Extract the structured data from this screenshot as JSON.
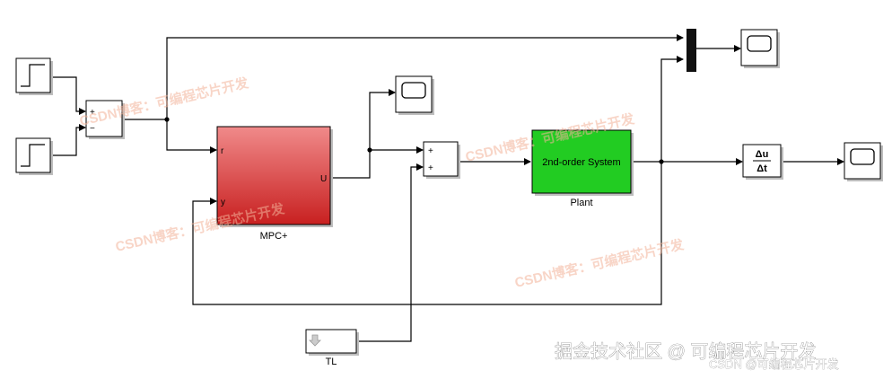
{
  "blocks": {
    "sum1": {
      "plus": "+",
      "minus": "−"
    },
    "sum2": {
      "plus1": "+",
      "plus2": "+"
    },
    "mpc": {
      "port_r": "r",
      "port_y": "y",
      "port_u": "U",
      "label": "MPC+"
    },
    "plant": {
      "text": "2nd-order System",
      "label": "Plant"
    },
    "derivative": {
      "num": "Δu",
      "den": "Δt"
    },
    "tl": {
      "label": "TL"
    }
  },
  "watermark": {
    "text": "CSDN博客：可编程芯片开发"
  },
  "footer": {
    "text": "掘金技术社区 @ 可编程芯片开发",
    "sub": "CSDN @可编程芯片开发"
  },
  "colors": {
    "mpc_top": "#f08a8a",
    "mpc_bottom": "#c82020",
    "plant": "#22cc22",
    "watermark": "#f3b39a"
  }
}
